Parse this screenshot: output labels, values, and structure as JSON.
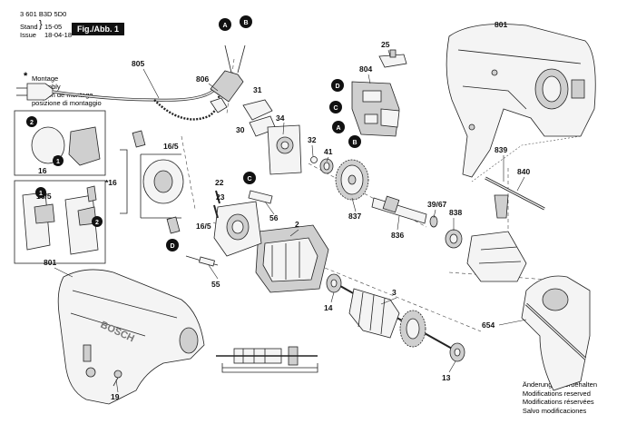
{
  "header": {
    "doc_number": "3 601 B3D 5D0",
    "stand_label": "Stand",
    "stand_value": "15-05",
    "issue_label": "Issue",
    "issue_value": "18-04-18",
    "figure_label": "Fig./Abb. 1"
  },
  "montage_note": {
    "asterisk": "*",
    "lines": [
      "Montage",
      "assembly",
      "position de montage",
      "posizione di montaggio"
    ]
  },
  "disclaimer": {
    "lines": [
      "Änderungen vorbehalten",
      "Modifications reserved",
      "Modifications réservées",
      "Salvo modificaciones"
    ]
  },
  "part_numbers": [
    "801",
    "805",
    "806",
    "25",
    "804",
    "31",
    "30",
    "34",
    "32",
    "41",
    "16/5",
    "16",
    "16/5",
    "16/5",
    "22",
    "23",
    "56",
    "2",
    "837",
    "836",
    "39/67",
    "838",
    "839",
    "840",
    "55",
    "801",
    "14",
    "3",
    "654",
    "13",
    "19",
    "*16"
  ],
  "callout_letters": [
    "A",
    "B",
    "C",
    "D",
    "A",
    "B",
    "C",
    "D",
    "1",
    "2",
    "1",
    "2"
  ]
}
